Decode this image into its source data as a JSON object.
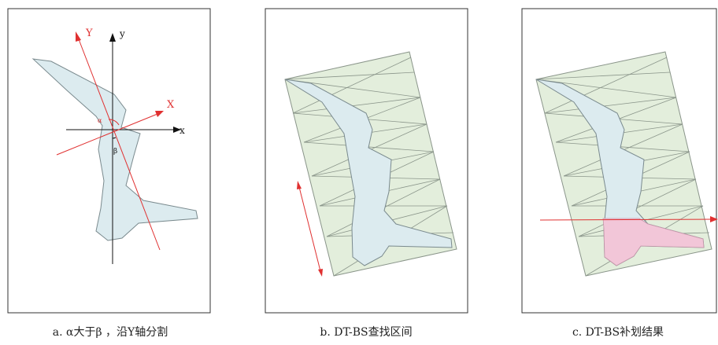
{
  "colors": {
    "frame": "#333333",
    "shape_fill": "#dcebef",
    "shape_stroke": "#7a8a8e",
    "grid_fill": "#e3eedc",
    "grid_stroke": "#8a958a",
    "red": "#e03030",
    "highlight": "#f2c6d8",
    "axis": "#111111"
  },
  "panel_a": {
    "axis_x": "x",
    "axis_y": "y",
    "axis_X": "X",
    "axis_Y": "Y",
    "alpha": "α",
    "beta": "β",
    "caption": "a. α大于β ，沿Y轴分割"
  },
  "panel_b": {
    "caption": "b. DT-BS查找区间"
  },
  "panel_c": {
    "caption": "c. DT-BS补划结果"
  }
}
